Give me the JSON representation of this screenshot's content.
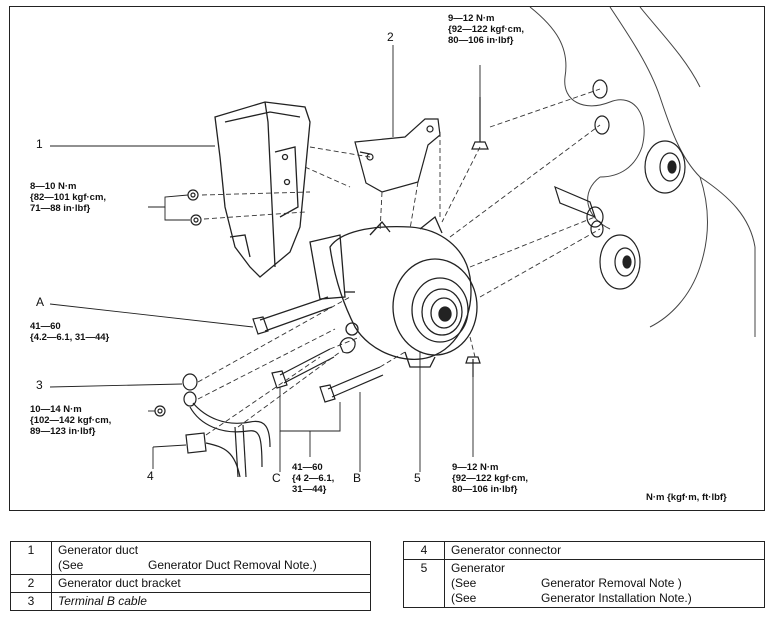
{
  "callouts": {
    "n1": "1",
    "n2": "2",
    "n3": "3",
    "n4": "4",
    "n5": "5",
    "A": "A",
    "B": "B",
    "C": "C"
  },
  "torques": {
    "t_top": [
      "9—12 N·m",
      "{92—122 kgf·cm,",
      "80—106 in·lbf}"
    ],
    "t_duct": [
      "8—10 N·m",
      "{82—101 kgf·cm,",
      "71—88 in·lbf}"
    ],
    "t_A": [
      "41—60",
      "{4.2—6.1, 31—44}"
    ],
    "t_B": [
      "10—14 N·m",
      "{102—142 kgf·cm,",
      "89—123 in·lbf}"
    ],
    "t_bottom": [
      "41—60",
      "{4 2—6.1,",
      "31—44}"
    ],
    "t_right": [
      "9—12 N·m",
      "{92—122 kgf·cm,",
      "80—106 in·lbf}"
    ]
  },
  "units_note": "N·m {kgf·m, ft·lbf}",
  "legend_left": [
    {
      "num": "1",
      "name": "Generator duct",
      "see": "(See",
      "ref": "Generator Duct Removal Note.)"
    },
    {
      "num": "2",
      "name": "Generator duct bracket"
    },
    {
      "num": "3",
      "name": "Terminal B cable"
    }
  ],
  "legend_right": [
    {
      "num": "4",
      "name": "Generator connector"
    },
    {
      "num": "5",
      "name": "Generator",
      "lines": [
        {
          "see": "(See",
          "ref": "Generator Removal Note )"
        },
        {
          "see": "(See",
          "ref": "Generator Installation Note.)"
        }
      ]
    }
  ]
}
